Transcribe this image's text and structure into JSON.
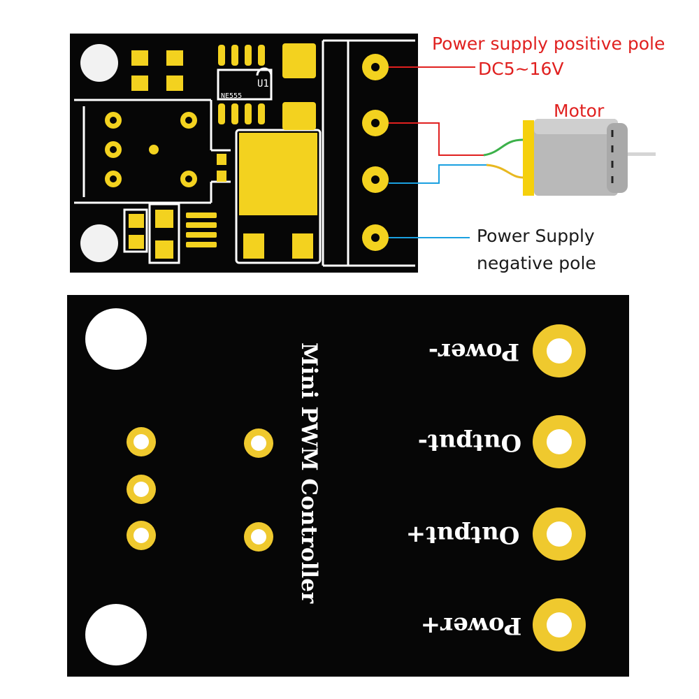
{
  "top_board": {
    "chip_marking": "U1",
    "chip_part": "NE555",
    "annotations": {
      "positive_pole": "Power supply positive pole",
      "voltage": "DC5~16V",
      "motor": "Motor",
      "negative_pole_line1": "Power Supply",
      "negative_pole_line2": "negative pole"
    }
  },
  "bottom_board": {
    "title": "Mini PWM Controller",
    "pins": [
      "Power-",
      "Output-",
      "Output+",
      "Power+"
    ]
  },
  "colors": {
    "pcb": "#060606",
    "silkscreen": "#ffffff",
    "pad_gold": "#f3d21f",
    "ring_gold": "#efc92e",
    "wire_red": "#e0201f",
    "wire_blue": "#1aa0e0",
    "annotation_red": "#e0201f"
  }
}
